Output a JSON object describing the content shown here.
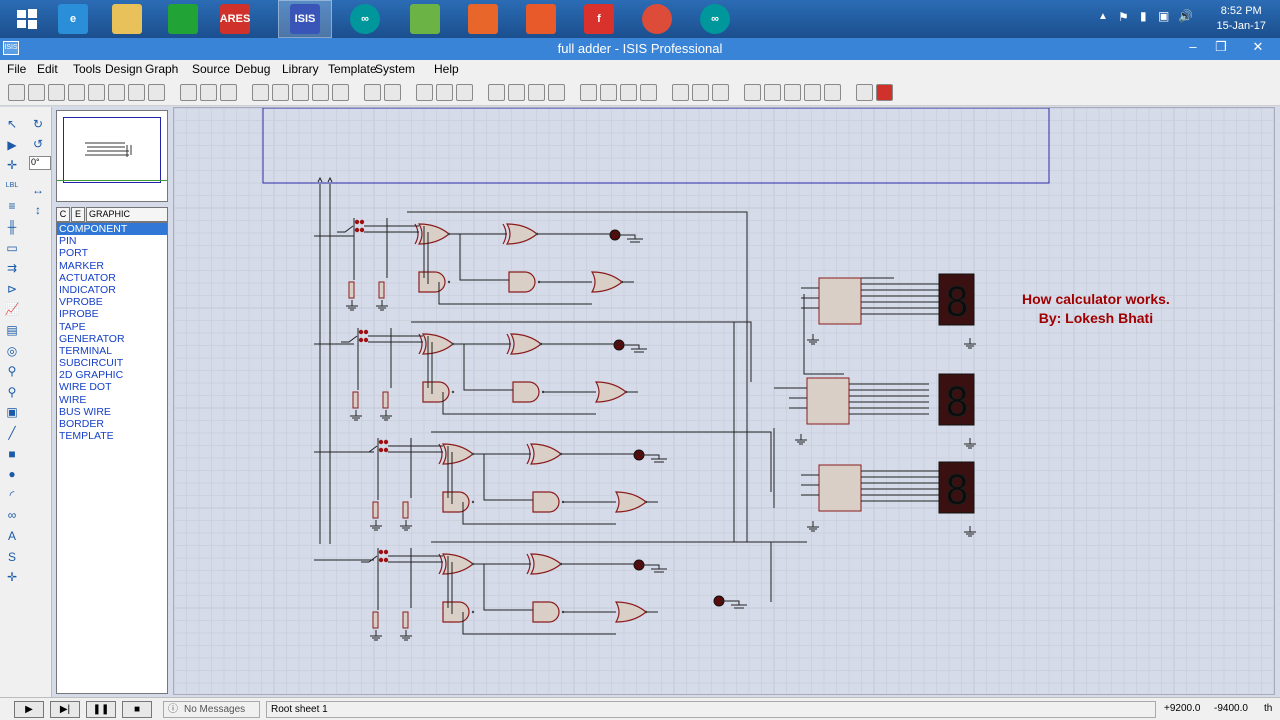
{
  "taskbar": {
    "apps": [
      {
        "name": "internet-explorer",
        "label": "e",
        "color": "#2a8ed9"
      },
      {
        "name": "file-explorer",
        "label": "",
        "color": "#e8c15a"
      },
      {
        "name": "store",
        "label": "",
        "color": "#21a336"
      },
      {
        "name": "ares",
        "label": "ARES",
        "color": "#d0322b"
      },
      {
        "name": "isis",
        "label": "ISIS",
        "color": "#3a55b8"
      },
      {
        "name": "arduino",
        "label": "∞",
        "color": "#00979c"
      },
      {
        "name": "android-studio",
        "label": "",
        "color": "#6ab344"
      },
      {
        "name": "app-orange-1",
        "label": "",
        "color": "#e8662a"
      },
      {
        "name": "app-orange-2",
        "label": "",
        "color": "#e85a2a"
      },
      {
        "name": "foxit",
        "label": "f",
        "color": "#d9312b"
      },
      {
        "name": "chrome",
        "label": "",
        "color": "#dd4b39"
      },
      {
        "name": "arduino-2",
        "label": "∞",
        "color": "#00979c"
      }
    ],
    "time": "8:52 PM",
    "date": "15-Jan-17"
  },
  "window": {
    "title": "full adder - ISIS Professional",
    "icon_label": "ISIS"
  },
  "menu": [
    "File",
    "Edit",
    "Tools",
    "Design",
    "Graph",
    "Source",
    "Debug",
    "Library",
    "Template",
    "System",
    "Help"
  ],
  "left_panel": {
    "rotation": "0°",
    "tab_c": "C",
    "tab_e": "E",
    "styles_header": "GRAPHIC STYLES",
    "styles": [
      "COMPONENT",
      "PIN",
      "PORT",
      "MARKER",
      "ACTUATOR",
      "INDICATOR",
      "VPROBE",
      "IPROBE",
      "TAPE",
      "GENERATOR",
      "TERMINAL",
      "SUBCIRCUIT",
      "2D GRAPHIC",
      "WIRE DOT",
      "WIRE",
      "BUS WIRE",
      "BORDER",
      "TEMPLATE"
    ],
    "selected_style": "COMPONENT"
  },
  "canvas": {
    "note_line1": "How calculator works.",
    "note_line2": "By: Lokesh Bhati",
    "note_color": "#a00000"
  },
  "status": {
    "messages": "No Messages",
    "sheet": "Root sheet 1",
    "coord_x": "+9200.0",
    "coord_y": "-9400.0",
    "unit": "th"
  }
}
